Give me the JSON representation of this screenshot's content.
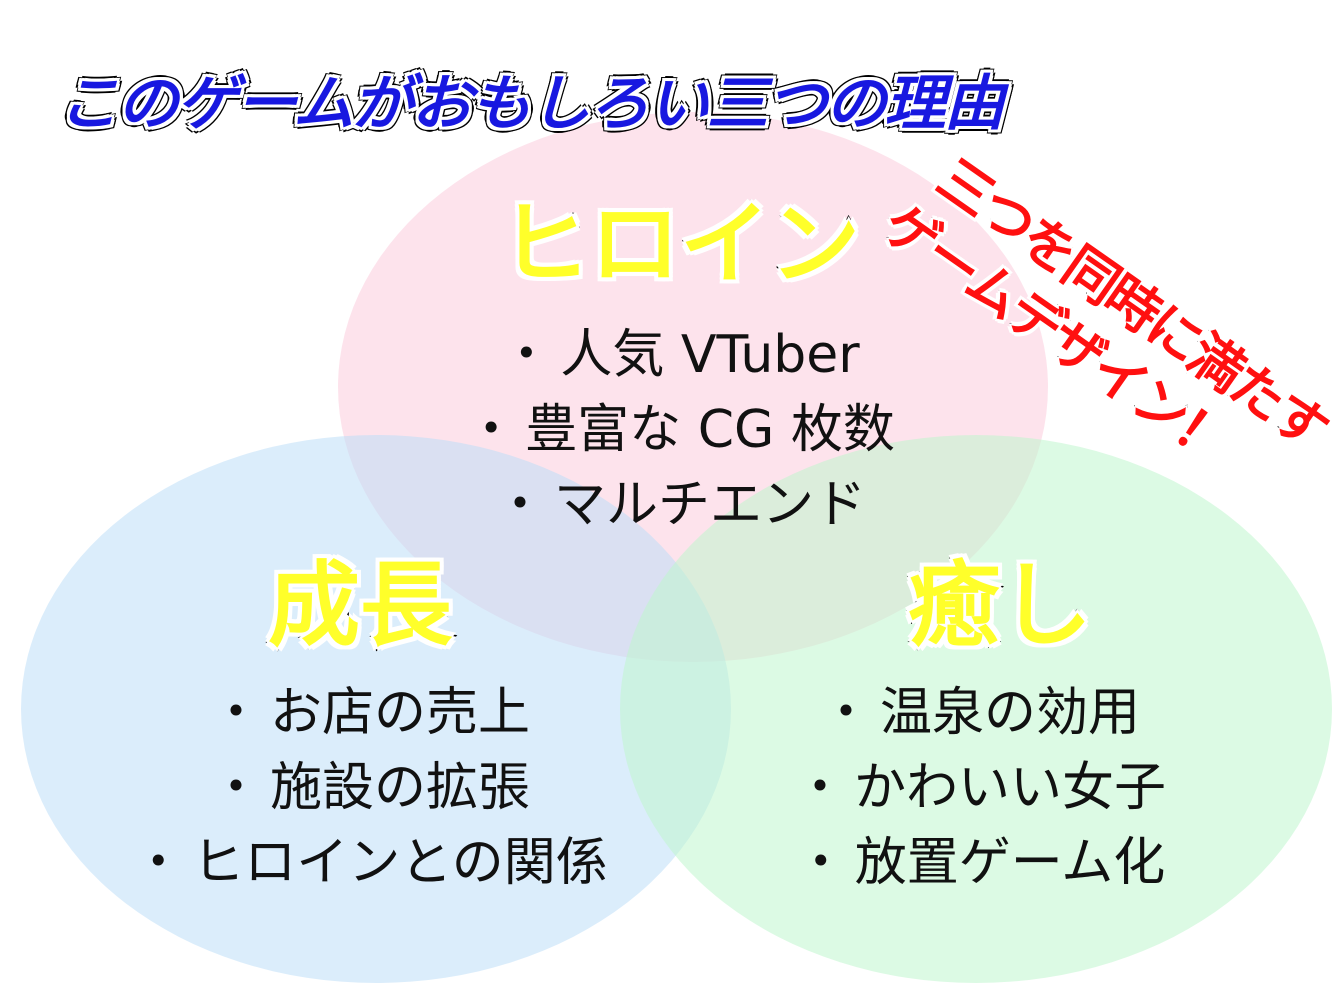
{
  "title": "このゲームがおもしろい三つの理由",
  "colors": {
    "title_fill": "#1818e0",
    "heading_fill": "#ffff2a",
    "slogan_fill": "#ff1010",
    "circle_heroine": "#fde2ec",
    "circle_growth": "#dbedfc",
    "circle_healing": "#dcfae2"
  },
  "sections": {
    "heroine": {
      "heading": "ヒロイン",
      "items": [
        {
          "bullet": "・",
          "text": "人気 VTuber"
        },
        {
          "bullet": "・",
          "text": "豊富な CG 枚数"
        },
        {
          "bullet": "・",
          "text": "マルチエンド"
        }
      ]
    },
    "growth": {
      "heading": "成長",
      "items": [
        {
          "bullet": "・",
          "text": "お店の売上"
        },
        {
          "bullet": "・",
          "text": "施設の拡張"
        },
        {
          "bullet": "・",
          "text": "ヒロインとの関係"
        }
      ]
    },
    "healing": {
      "heading": "癒し",
      "items": [
        {
          "bullet": "・",
          "text": "温泉の効用"
        },
        {
          "bullet": "・",
          "text": "かわいい女子"
        },
        {
          "bullet": "・",
          "text": "放置ゲーム化"
        }
      ]
    }
  },
  "slogan": {
    "line1": "三つを同時に満たす",
    "line2": "ゲームデザイン！"
  }
}
